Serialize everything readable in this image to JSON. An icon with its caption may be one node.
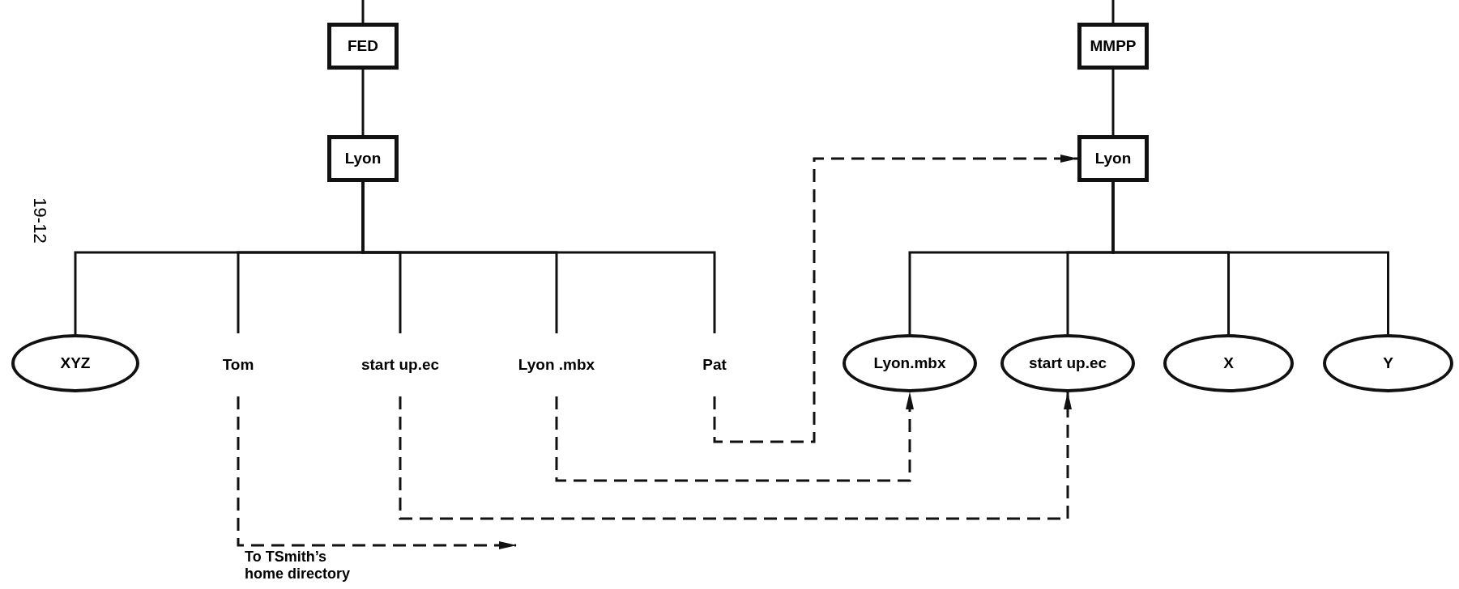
{
  "diagram": {
    "nodes": [
      {
        "text": [
          "FED"
        ]
      },
      {
        "text": [
          "Lyon"
        ]
      },
      {
        "text": [
          "XYZ"
        ]
      },
      {
        "text": [
          "Tom"
        ]
      },
      {
        "text": [
          "start up.ec"
        ]
      },
      {
        "text": [
          "Lyon .mbx"
        ]
      },
      {
        "text": [
          "Pat"
        ]
      },
      {
        "text": [
          "MMPP"
        ]
      },
      {
        "text": [
          "Lyon"
        ]
      },
      {
        "text": [
          "Lyon.mbx"
        ]
      },
      {
        "text": [
          "start up.ec"
        ]
      },
      {
        "text": [
          "X"
        ]
      },
      {
        "text": [
          "Y"
        ]
      }
    ],
    "edges": [
      {
        "from": null,
        "to": 0,
        "arrow": "none"
      },
      {
        "from": 0,
        "to": 1,
        "arrow": "none"
      },
      {
        "from": 1,
        "to": 2,
        "arrow": "none"
      },
      {
        "from": 1,
        "to": 3,
        "arrow": "none"
      },
      {
        "from": 1,
        "to": 4,
        "arrow": "none"
      },
      {
        "from": 1,
        "to": 5,
        "arrow": "none"
      },
      {
        "from": 1,
        "to": 6,
        "arrow": "none"
      },
      {
        "from": null,
        "to": 7,
        "arrow": "none"
      },
      {
        "from": 7,
        "to": 8,
        "arrow": "none"
      },
      {
        "from": 8,
        "to": 9,
        "arrow": "none"
      },
      {
        "from": 8,
        "to": 10,
        "arrow": "none"
      },
      {
        "from": 8,
        "to": 11,
        "arrow": "none"
      },
      {
        "from": 8,
        "to": 12,
        "arrow": "none"
      },
      {
        "from": 6,
        "to": 8,
        "arrow": "to",
        "style": "dashed"
      },
      {
        "from": 5,
        "to": 9,
        "arrow": "to",
        "style": "dashed"
      },
      {
        "from": 4,
        "to": 10,
        "arrow": "to",
        "style": "dashed"
      },
      {
        "from": 3,
        "to": null,
        "arrow": "to",
        "style": "dashed",
        "label": "To TSmith’s home directory"
      }
    ],
    "labels": [
      "19-12"
    ]
  }
}
